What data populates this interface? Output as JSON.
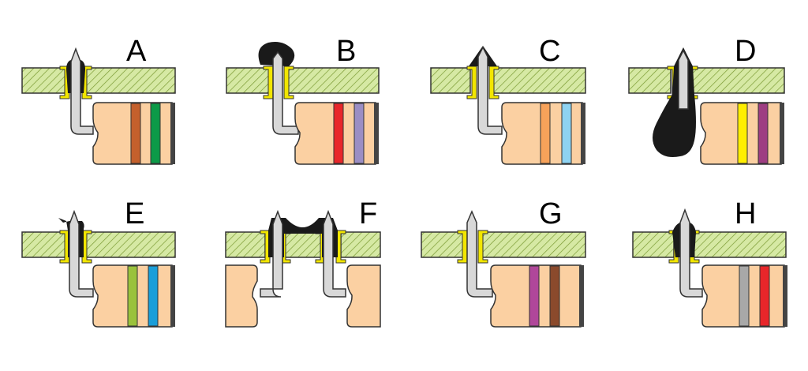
{
  "panels": [
    {
      "label": "A",
      "bands": [
        "#c4602c",
        "#0c9a48"
      ]
    },
    {
      "label": "B",
      "bands": [
        "#e8262a",
        "#9b8ec4"
      ]
    },
    {
      "label": "C",
      "bands": [
        "#f7a25a",
        "#8ed3f2"
      ]
    },
    {
      "label": "D",
      "bands": [
        "#ffee00",
        "#9e3d82"
      ]
    },
    {
      "label": "E",
      "bands": [
        "#9ac23c",
        "#1a9ed9"
      ]
    },
    {
      "label": "F",
      "bands": []
    },
    {
      "label": "G",
      "bands": [
        "#b0479a",
        "#8b4a2c"
      ]
    },
    {
      "label": "H",
      "bands": [
        "#a8a8a8",
        "#e8262a"
      ]
    }
  ],
  "colors": {
    "board": "#d6e9a4",
    "hatch": "#7a9a33",
    "pad": "#f2e600",
    "solder": "#1a1a1a",
    "lead": "#d8d8d8",
    "body": "#fbd0a2",
    "end_band": "#444444"
  }
}
